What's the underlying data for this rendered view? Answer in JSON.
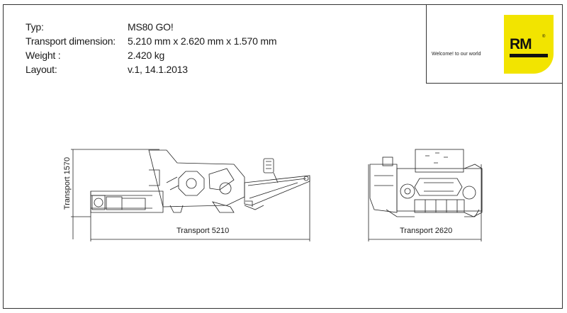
{
  "specs": {
    "type_label": "Typ:",
    "type_value": "MS80 GO!",
    "dimension_label": "Transport dimension:",
    "dimension_value": "5.210 mm x 2.620 mm x 1.570 mm",
    "weight_label": "Weight :",
    "weight_value": "2.420 kg",
    "layout_label": "Layout:",
    "layout_value": "v.1, 14.1.2013"
  },
  "logo": {
    "tagline": "Welcome! to our world",
    "brand": "RM",
    "registered": "®",
    "color_accent": "#f2e400"
  },
  "dimensions": {
    "side_height_label": "Transport 1570",
    "side_length_label": "Transport 5210",
    "front_width_label": "Transport 2620"
  }
}
